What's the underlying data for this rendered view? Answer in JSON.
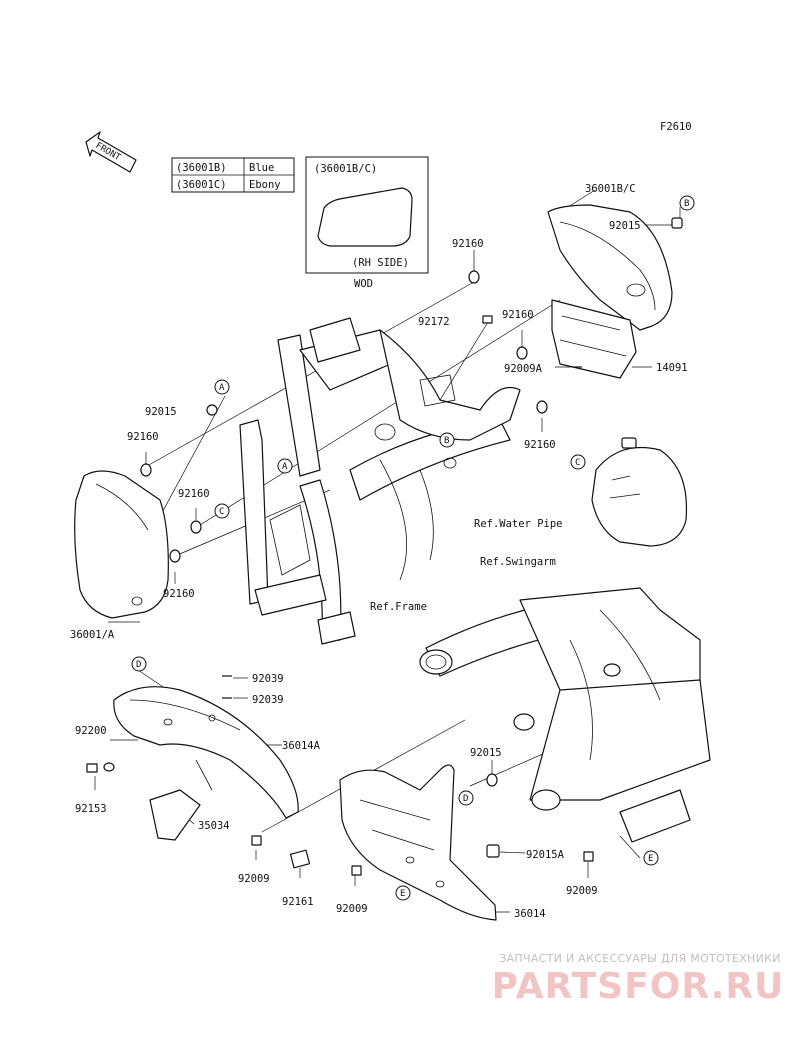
{
  "figure_code": "F2610",
  "front_arrow": "FRONT",
  "color_legend": [
    {
      "code": "(36001B)",
      "color": "Blue"
    },
    {
      "code": "(36001C)",
      "color": "Ebony"
    }
  ],
  "inset": {
    "title": "(36001B/C)",
    "side": "(RH SIDE)",
    "caption": "WOD"
  },
  "parts": {
    "p36001BC": "36001B/C",
    "p92015_top": "92015",
    "p92160_a": "92160",
    "p92172": "92172",
    "p92160_b": "92160",
    "p92009A": "92009A",
    "p14091": "14091",
    "p92160_c": "92160",
    "p92015_left": "92015",
    "p92160_d": "92160",
    "p92160_e": "92160",
    "p92160_f": "92160",
    "p36001A": "36001/A",
    "p92039_a": "92039",
    "p92039_b": "92039",
    "p92200": "92200",
    "p36014A": "36014A",
    "p92153": "92153",
    "p35034": "35034",
    "p92015_low": "92015",
    "p92015A": "92015A",
    "p92009_a": "92009",
    "p92009_b": "92009",
    "p92009_c": "92009",
    "p92161": "92161",
    "p36014": "36014"
  },
  "refs": {
    "water_pipe": "Ref.Water Pipe",
    "swingarm": "Ref.Swingarm",
    "frame": "Ref.Frame"
  },
  "callouts": {
    "A": "A",
    "B": "B",
    "C": "C",
    "D": "D",
    "E": "E"
  },
  "watermark": {
    "tagline": "ЗАПЧАСТИ И АКСЕССУАРЫ ДЛЯ МОТОТЕХНИКИ",
    "brand": "PARTSFOR.RU"
  }
}
